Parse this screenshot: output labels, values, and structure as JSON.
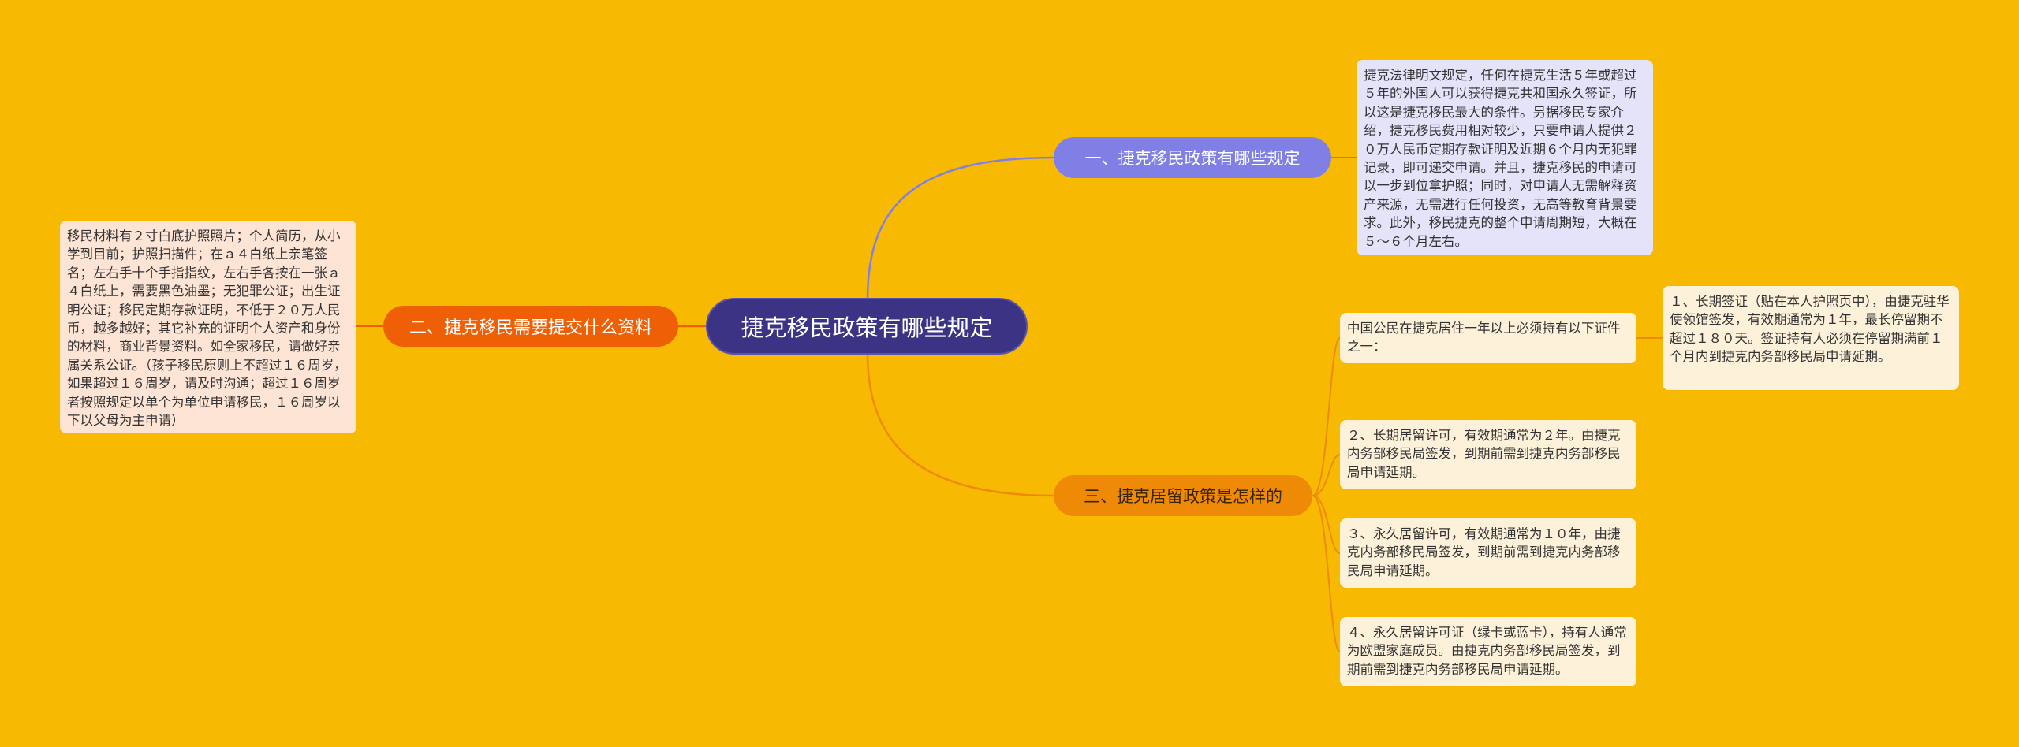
{
  "colors": {
    "background": "#f7b901",
    "root": "#3b3484",
    "branch_1": "#7f7fe6",
    "branch_2": "#ef5f06",
    "branch_3": "#ef8a06",
    "link_1": "#7f7fe6",
    "link_2": "#ef5f06",
    "link_3": "#ef8a06"
  },
  "root": {
    "label": "捷克移民政策有哪些规定"
  },
  "branches": [
    {
      "label": "一、捷克移民政策有哪些规定",
      "details": [
        {
          "text": "捷克法律明文规定，任何在捷克生活５年或超过５年的外国人可以获得捷克共和国永久签证，所以这是捷克移民最大的条件。另据移民专家介绍，捷克移民费用相对较少，只要申请人提供２０万人民币定期存款证明及近期６个月内无犯罪记录，即可递交申请。并且，捷克移民的申请可以一步到位拿护照；同时，对申请人无需解释资产来源，无需进行任何投资，无高等教育背景要求。此外，移民捷克的整个申请周期短，大概在５～６个月左右。"
        }
      ]
    },
    {
      "label": "二、捷克移民需要提交什么资料",
      "details": [
        {
          "text": "移民材料有２寸白底护照照片；个人简历，从小学到目前；护照扫描件；在ａ４白纸上亲笔签名；左右手十个手指指纹，左右手各按在一张ａ４白纸上，需要黑色油墨；无犯罪公证；出生证明公证；移民定期存款证明，不低于２０万人民币，越多越好；其它补充的证明个人资产和身份的材料，商业背景资料。如全家移民，请做好亲属关系公证。（孩子移民原则上不超过１６周岁，如果超过１６周岁，请及时沟通；超过１６周岁者按照规定以单个为单位申请移民，１６周岁以下以父母为主申请）"
        }
      ]
    },
    {
      "label": "三、捷克居留政策是怎样的",
      "details": [
        {
          "text": "中国公民在捷克居住一年以上必须持有以下证件之一：",
          "children": [
            {
              "text": "１、长期签证（贴在本人护照页中），由捷克驻华使领馆签发，有效期通常为１年，最长停留期不超过１８０天。签证持有人必须在停留期满前１个月内到捷克内务部移民局申请延期。"
            }
          ]
        },
        {
          "text": "２、长期居留许可，有效期通常为２年。由捷克内务部移民局签发，到期前需到捷克内务部移民局申请延期。"
        },
        {
          "text": "３、永久居留许可，有效期通常为１０年，由捷克内务部移民局签发，到期前需到捷克内务部移民局申请延期。"
        },
        {
          "text": "４、永久居留许可证（绿卡或蓝卡），持有人通常为欧盟家庭成员。由捷克内务部移民局签发，到期前需到捷克内务部移民局申请延期。"
        }
      ]
    }
  ]
}
